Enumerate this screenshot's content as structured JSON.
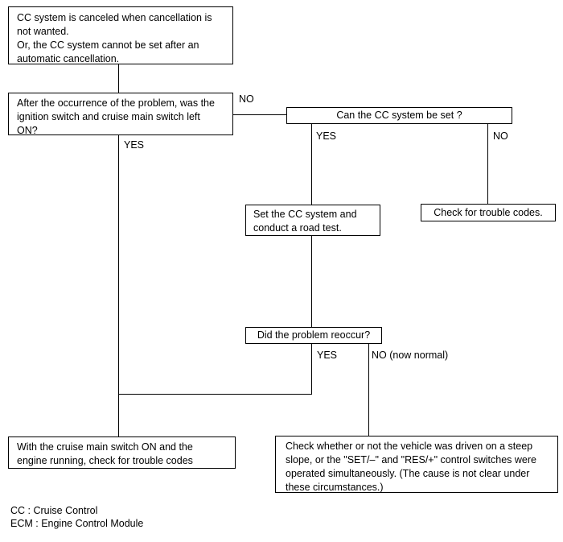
{
  "boxes": {
    "start": "CC system is canceled when cancellation is\nnot wanted.\nOr, the CC system cannot be set after an\nautomatic cancellation.",
    "q_ignition": "After the occurrence of the problem, was the\nignition switch and cruise main switch left\nON?",
    "q_can_set": "Can the CC system be set ?",
    "set_road_test": "Set the CC system and\nconduct a road test.",
    "check_codes": "Check for trouble codes.",
    "q_reoccur": "Did the problem reoccur?",
    "check_codes_running": "With the cruise main switch ON and the\nengine running, check for trouble codes",
    "check_steep_slope": "Check whether or not the vehicle was driven on a steep\nslope, or the \"SET/–\" and \"RES/+\" control switches were\noperated simultaneously. (The cause is not clear under\nthese circumstances.)"
  },
  "labels": {
    "q_ignition_no": "NO",
    "q_ignition_yes": "YES",
    "q_can_set_yes": "YES",
    "q_can_set_no": "NO",
    "q_reoccur_yes": "YES",
    "q_reoccur_no": "NO (now normal)"
  },
  "legend": {
    "cc": "CC : Cruise Control",
    "ecm": "ECM : Engine Control Module"
  },
  "colors": {
    "line": "#000000",
    "background": "#ffffff",
    "text": "#000000"
  }
}
